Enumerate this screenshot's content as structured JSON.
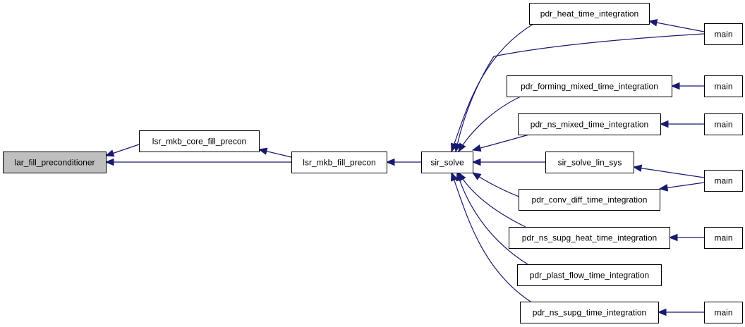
{
  "graph": {
    "edge_color": "#191970",
    "root_fill": "#bfbfbf",
    "nodes": [
      {
        "id": "n0",
        "label": "lar_fill_preconditioner",
        "root": true
      },
      {
        "id": "n1",
        "label": "lsr_mkb_core_fill_precon"
      },
      {
        "id": "n2",
        "label": "lsr_mkb_fill_precon"
      },
      {
        "id": "n3",
        "label": "sir_solve"
      },
      {
        "id": "n4",
        "label": "pdr_heat_time_integration"
      },
      {
        "id": "n5",
        "label": "main"
      },
      {
        "id": "n6",
        "label": "pdr_forming_mixed_time_integration"
      },
      {
        "id": "n7",
        "label": "main"
      },
      {
        "id": "n8",
        "label": "pdr_ns_mixed_time_integration"
      },
      {
        "id": "n9",
        "label": "main"
      },
      {
        "id": "n10",
        "label": "sir_solve_lin_sys"
      },
      {
        "id": "n11",
        "label": "main"
      },
      {
        "id": "n12",
        "label": "pdr_conv_diff_time_integration"
      },
      {
        "id": "n13",
        "label": "pdr_ns_supg_heat_time_integration"
      },
      {
        "id": "n14",
        "label": "main"
      },
      {
        "id": "n15",
        "label": "pdr_plast_flow_time_integration"
      },
      {
        "id": "n16",
        "label": "pdr_ns_supg_time_integration"
      },
      {
        "id": "n17",
        "label": "main"
      }
    ],
    "edges": [
      {
        "from": "n1",
        "to": "n0"
      },
      {
        "from": "n2",
        "to": "n0"
      },
      {
        "from": "n2",
        "to": "n1"
      },
      {
        "from": "n3",
        "to": "n2"
      },
      {
        "from": "n4",
        "to": "n3"
      },
      {
        "from": "n5",
        "to": "n3"
      },
      {
        "from": "n6",
        "to": "n3"
      },
      {
        "from": "n8",
        "to": "n3"
      },
      {
        "from": "n10",
        "to": "n3"
      },
      {
        "from": "n12",
        "to": "n3"
      },
      {
        "from": "n13",
        "to": "n3"
      },
      {
        "from": "n15",
        "to": "n3"
      },
      {
        "from": "n16",
        "to": "n3"
      },
      {
        "from": "n5",
        "to": "n4"
      },
      {
        "from": "n7",
        "to": "n6"
      },
      {
        "from": "n9",
        "to": "n8"
      },
      {
        "from": "n11",
        "to": "n10"
      },
      {
        "from": "n11",
        "to": "n12"
      },
      {
        "from": "n14",
        "to": "n13"
      },
      {
        "from": "n17",
        "to": "n16"
      }
    ]
  }
}
